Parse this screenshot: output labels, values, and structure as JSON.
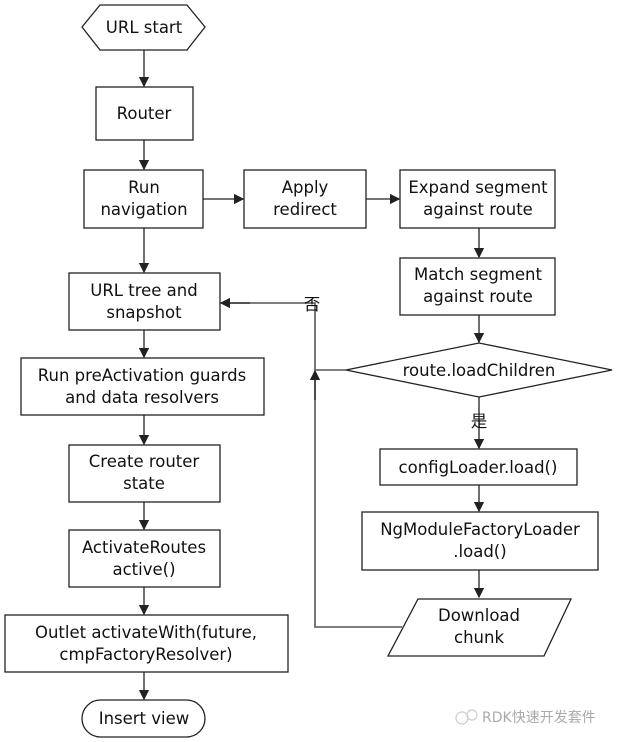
{
  "nodes": {
    "url_start": "URL start",
    "router": "Router",
    "run_navigation": [
      "Run",
      "navigation"
    ],
    "apply_redirect": [
      "Apply",
      "redirect"
    ],
    "expand_segment": [
      "Expand segment",
      "against route"
    ],
    "match_segment": [
      "Match segment",
      "against route"
    ],
    "decision": "route.loadChildren",
    "config_loader": "configLoader.load()",
    "ngmodule_loader": [
      "NgModuleFactoryLoader",
      ".load()"
    ],
    "download_chunk": [
      "Download",
      "chunk"
    ],
    "url_tree": [
      "URL tree and",
      "snapshot"
    ],
    "pre_activation": [
      "Run preActivation guards",
      "and data resolvers"
    ],
    "create_state": [
      "Create router",
      "state"
    ],
    "activate_routes": [
      "ActivateRoutes",
      "active()"
    ],
    "outlet": [
      "Outlet activateWith(future,",
      "cmpFactoryResolver)"
    ],
    "insert_view": "Insert view"
  },
  "labels": {
    "no": "否",
    "yes": "是"
  },
  "watermark": "RDK快速开发套件"
}
